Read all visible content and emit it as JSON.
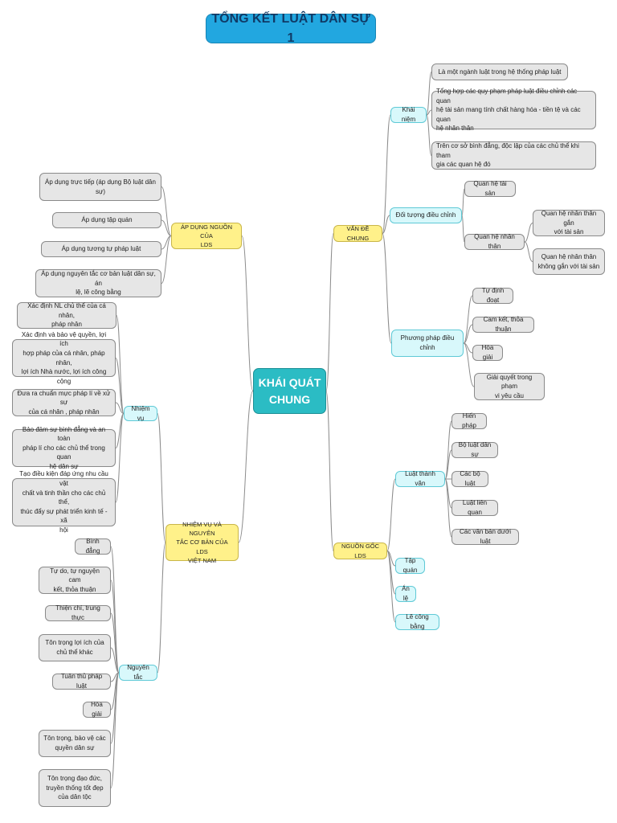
{
  "title": "TỔNG KẾT LUẬT DÂN SỰ 1",
  "center": "KHÁI QUÁT\nCHUNG",
  "van_de_chung": {
    "label": "VẤN ĐỀ CHUNG",
    "khai_niem": {
      "label": "Khái niệm",
      "items": [
        "Là một ngành luật trong hệ thống pháp luật",
        "Tổng hợp các quy phạm pháp luật điều chỉnh các quan\nhệ tài sản mang tính chất hàng hóa - tiền tệ và các quan\nhệ nhân thân",
        "Trên cơ sở bình đẳng, độc lập của các chủ thể khi tham\ngia các quan hệ đó"
      ]
    },
    "doi_tuong": {
      "label": "Đối tượng điều chỉnh",
      "quan_he_tai_san": "Quan hệ tài sản",
      "quan_he_nhan_than": {
        "label": "Quan hệ nhân thân",
        "items": [
          "Quan hệ nhân thân gắn\nvới tài sản",
          "Quan hệ nhân thân\nkhông gắn với tài sản"
        ]
      }
    },
    "phuong_phap": {
      "label": "Phương pháp điều\nchỉnh",
      "items": [
        "Tự định đoạt",
        "Cam kết, thỏa thuận",
        "Hòa giải",
        "Giải quyết trong phạm\nvi yêu cầu"
      ]
    }
  },
  "nguon_goc": {
    "label": "NGUỒN GỐC LDS",
    "luat_thanh_van": {
      "label": "Luật thành văn",
      "items": [
        "Hiến pháp",
        "Bộ luật dân sự",
        "Các bộ luật",
        "Luật liên quan",
        "Các văn bản dưới luật"
      ]
    },
    "others": [
      "Tập quán",
      "Án lệ",
      "Lẽ công bằng"
    ]
  },
  "ap_dung": {
    "label": "ÁP DỤNG NGUỒN CỦA\nLDS",
    "items": [
      "Áp dụng trực tiếp (áp dụng Bộ luật dân\nsự)",
      "Áp dụng tập quán",
      "Áp dụng tương tự pháp luật",
      "Áp dụng nguyên tắc cơ bản luật dân sự, án\nlệ, lẽ công bằng"
    ]
  },
  "nhiem_vu_nguyen_tac": {
    "label": "NHIỆM VỤ VÀ NGUYÊN\nTẮC CƠ BẢN CỦA LDS\nVIỆT NAM",
    "nhiem_vu": {
      "label": "Nhiệm vụ",
      "items": [
        "Xác định NL chủ thể của cá nhân,\npháp nhân",
        "Xác định và bảo vệ quyền, lợi ích\nhợp pháp của cá nhân, pháp nhân,\nlợi ích Nhà nước, lợi ích công cộng",
        "Đưa ra chuẩn mực pháp lí về xử sự\ncủa cá nhân , pháp nhân",
        "Bảo đảm sự bình đẳng và an toàn\npháp lí cho các chủ thể trong quan\nhệ dân sự",
        "Tạo điều kiện đáp ứng nhu cầu vật\nchất và tinh thần cho các chủ thể,\nthúc đẩy sự phát triển kinh tế - xã\nhội"
      ]
    },
    "nguyen_tac": {
      "label": "Nguyên tắc",
      "items": [
        "Bình đẳng",
        "Tự do, tự nguyện cam\nkết, thỏa thuận",
        "Thiện chí, trung thực",
        "Tôn trọng lợi ích của\nchủ thể khác",
        "Tuân thủ pháp luật",
        "Hòa giải",
        "Tôn trọng, bảo vệ các\nquyền dân sự",
        "Tôn trọng đạo đức,\ntruyền thống tốt đẹp\ncủa dân tộc"
      ]
    }
  },
  "colors": {
    "center": "#2bbcc4",
    "title": "#22a7e0",
    "main_branch": "#fff18a",
    "sub_branch": "#d8f8fb",
    "leaf": "#e6e6e6",
    "line": "#8c8c8c"
  }
}
